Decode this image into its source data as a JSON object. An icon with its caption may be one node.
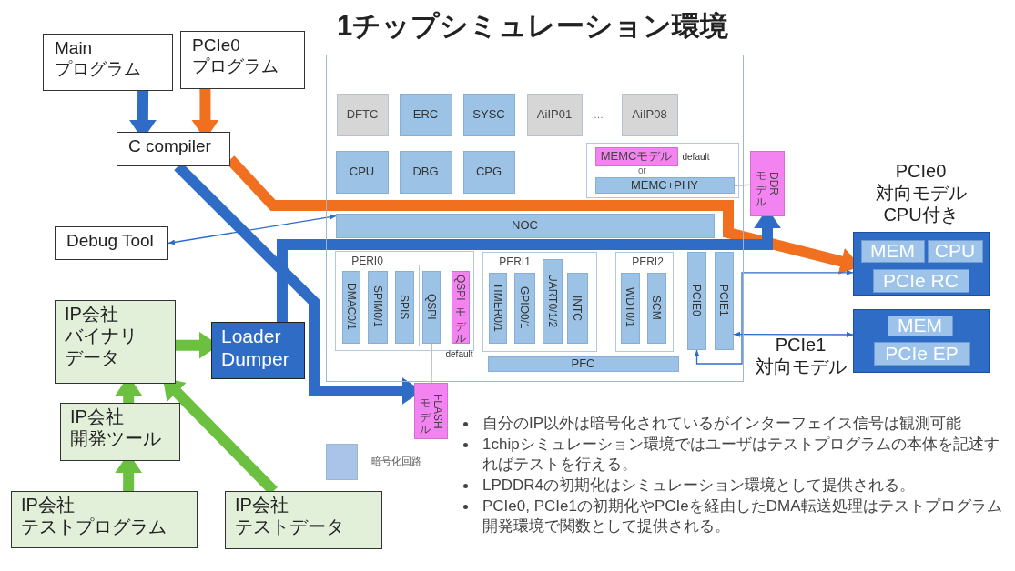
{
  "diagram": {
    "title": "1チップシミュレーション環境",
    "nodes": [
      {
        "text": [
          "Main プログラム"
        ]
      },
      {
        "text": [
          "PCIe0 プログラム"
        ]
      },
      {
        "text": [
          "C compiler"
        ]
      },
      {
        "text": [
          "Debug Tool"
        ]
      },
      {
        "text": [],
        "shape": "box"
      },
      {
        "text": [
          "DFTC"
        ],
        "in": 4
      },
      {
        "text": [
          "ERC"
        ],
        "in": 4
      },
      {
        "text": [
          "SYSC"
        ],
        "in": 4
      },
      {
        "text": [
          "AiIP01"
        ],
        "in": 4
      },
      {
        "text": [
          "AiIP08"
        ],
        "in": 4
      },
      {
        "text": [
          "CPU"
        ],
        "in": 4
      },
      {
        "text": [
          "DBG"
        ],
        "in": 4
      },
      {
        "text": [
          "CPG"
        ],
        "in": 4
      },
      {
        "text": [],
        "shape": "box",
        "in": 4
      },
      {
        "text": [
          "MEMCモデル"
        ],
        "in": 13,
        "beside": [
          "default"
        ]
      },
      {
        "text": [
          "MEMC+PHY"
        ],
        "in": 13
      },
      {
        "text": [
          "NOC"
        ],
        "in": 4
      },
      {
        "text": [
          "PERI0"
        ],
        "in": 4
      },
      {
        "text": [
          "DMAC0/1"
        ],
        "in": 17
      },
      {
        "text": [
          "SPIM0/1"
        ],
        "in": 17
      },
      {
        "text": [
          "SPIS"
        ],
        "in": 17
      },
      {
        "text": [],
        "shape": "box",
        "in": 17,
        "beside": [
          "default"
        ]
      },
      {
        "text": [
          "QSPI"
        ],
        "in": 21
      },
      {
        "text": [
          "QSPIモデル"
        ],
        "in": 21
      },
      {
        "text": [
          "PERI1"
        ],
        "in": 4
      },
      {
        "text": [
          "TIMER0/1"
        ],
        "in": 24
      },
      {
        "text": [
          "GPIO0/1"
        ],
        "in": 24
      },
      {
        "text": [
          "UART0/1/2"
        ],
        "in": 24
      },
      {
        "text": [
          "INTC"
        ],
        "in": 24
      },
      {
        "text": [
          "PERI2"
        ],
        "in": 4
      },
      {
        "text": [
          "WDT0/1"
        ],
        "in": 29
      },
      {
        "text": [
          "SCM"
        ],
        "in": 29
      },
      {
        "text": [
          "PCIE0"
        ],
        "in": 4
      },
      {
        "text": [
          "PCIE1"
        ],
        "in": 4
      },
      {
        "text": [
          "PFC"
        ],
        "in": 4
      },
      {
        "text": [
          "DDRモデル"
        ]
      },
      {
        "text": [
          "FLASHモデル"
        ]
      },
      {
        "text": [
          "PCIe0 対向モデル CPU付き"
        ]
      },
      {
        "text": [
          "MEM"
        ],
        "in": 37
      },
      {
        "text": [
          "CPU"
        ],
        "in": 37
      },
      {
        "text": [
          "PCIe RC"
        ],
        "in": 37
      },
      {
        "text": [
          "PCIe1 対向モデル"
        ]
      },
      {
        "text": [
          "MEM"
        ],
        "in": 41
      },
      {
        "text": [
          "PCIe EP"
        ],
        "in": 41
      },
      {
        "text": [
          "IP会社バイナリデータ"
        ]
      },
      {
        "text": [
          "Loader Dumper"
        ]
      },
      {
        "text": [
          "IP会社開発ツール"
        ]
      },
      {
        "text": [
          "IP会社テストプログラム"
        ]
      },
      {
        "text": [
          "IP会社テストデータ"
        ]
      }
    ],
    "edges": [
      {
        "from": 0,
        "to": 2,
        "arrow": "to"
      },
      {
        "from": 1,
        "to": 2,
        "arrow": "to",
        "color": "#f07020"
      },
      {
        "from": 2,
        "to": 36,
        "arrow": "to"
      },
      {
        "from": 2,
        "to": 37,
        "arrow": "to",
        "color": "#f07020"
      },
      {
        "from": 45,
        "to": 35,
        "arrow": "to"
      },
      {
        "from": 3,
        "to": 16,
        "arrow": "both"
      },
      {
        "from": 15,
        "to": 35,
        "arrow": "none",
        "color": "#999999"
      },
      {
        "from": 22,
        "to": 36,
        "arrow": "none",
        "color": "#999999"
      },
      {
        "from": 32,
        "to": 37,
        "arrow": "both"
      },
      {
        "from": 33,
        "to": 41,
        "arrow": "both"
      },
      {
        "from": 44,
        "to": 45,
        "arrow": "to",
        "color": "#6cc040"
      },
      {
        "from": 46,
        "to": 44,
        "arrow": "to",
        "color": "#6cc040"
      },
      {
        "from": 47,
        "to": 46,
        "arrow": "to",
        "color": "#6cc040"
      },
      {
        "from": 48,
        "to": 44,
        "arrow": "to",
        "color": "#6cc040"
      }
    ],
    "labels": [
      "…",
      "or",
      "自分のIP以外は暗号化されているがインターフェイス信号は観測可能",
      "1chipシミュレーション環境ではユーザはテストプログラムの本体を記述すればテストを行える。",
      "LPDDR4の初期化はシミュレーション環境として提供される。",
      "PCIe0, PCIe1の初期化やPCIeを経由したDMA転送処理はテストプログラム開発環境で関数として提供される。"
    ],
    "legend": [
      {
        "text": "暗号化回路",
        "color": "#a9c4e8"
      }
    ]
  }
}
